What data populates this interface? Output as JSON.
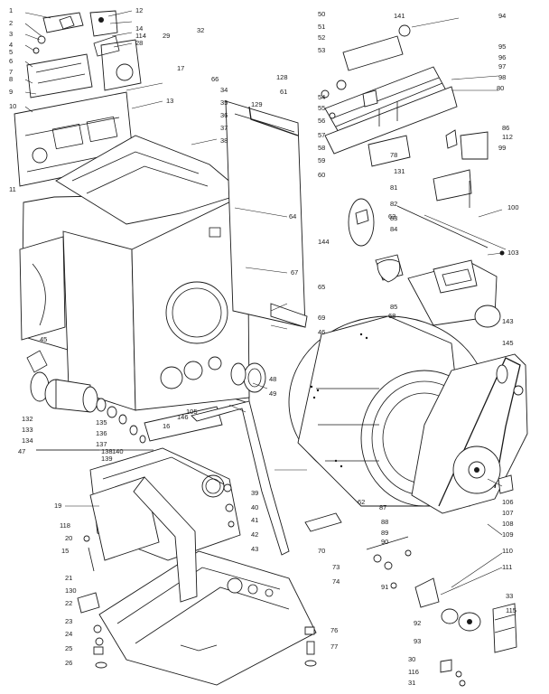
{
  "diagram": {
    "labels": [
      "1",
      "2",
      "3",
      "4",
      "5",
      "6",
      "7",
      "8",
      "9",
      "10",
      "11",
      "12",
      "13",
      "14",
      "15",
      "16",
      "17",
      "19",
      "20",
      "21",
      "22",
      "23",
      "24",
      "25",
      "26",
      "28",
      "29",
      "30",
      "31",
      "32",
      "33",
      "34",
      "35",
      "36",
      "37",
      "38",
      "39",
      "40",
      "41",
      "42",
      "43",
      "45",
      "46",
      "47",
      "48",
      "49",
      "50",
      "51",
      "52",
      "53",
      "54",
      "55",
      "56",
      "57",
      "58",
      "59",
      "60",
      "61",
      "62",
      "63",
      "64",
      "65",
      "66",
      "67",
      "68",
      "69",
      "70",
      "73",
      "74",
      "76",
      "77",
      "78",
      "80",
      "81",
      "82",
      "83",
      "84",
      "85",
      "86",
      "87",
      "88",
      "89",
      "90",
      "91",
      "92",
      "93",
      "94",
      "95",
      "96",
      "97",
      "98",
      "99",
      "100",
      "103",
      "105",
      "106",
      "107",
      "108",
      "109",
      "110",
      "111",
      "112",
      "114",
      "115",
      "116",
      "118",
      "128",
      "129",
      "130",
      "131",
      "132",
      "133",
      "134",
      "135",
      "136",
      "137",
      "138",
      "139",
      "140",
      "141",
      "143",
      "144",
      "145",
      "146"
    ]
  }
}
